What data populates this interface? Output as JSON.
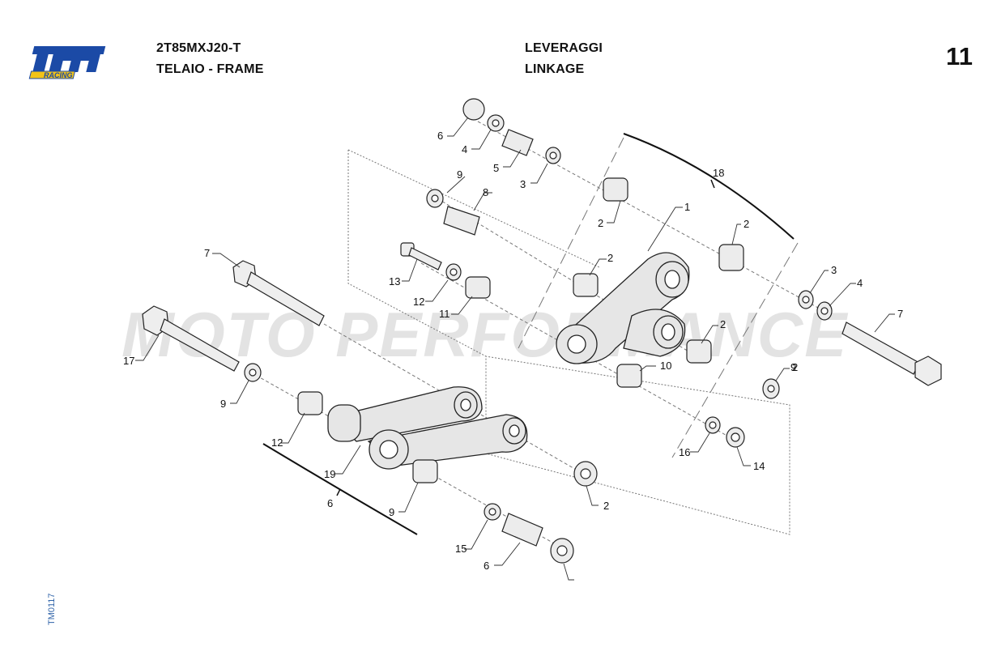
{
  "header": {
    "model_code": "2T85MXJ20-T",
    "section": "TELAIO - FRAME",
    "group_it": "LEVERAGGI",
    "group_en": "LINKAGE",
    "page_number": "11"
  },
  "logo": {
    "brand": "tm",
    "tagline": "RACING",
    "colors": {
      "primary": "#1b4aa6",
      "accent": "#f2c318"
    }
  },
  "watermark": "MOTO PERFORMANCE",
  "doc_id": "TM0117",
  "callouts": [
    "6",
    "4",
    "5",
    "3",
    "9",
    "8",
    "2",
    "18",
    "1",
    "2",
    "7",
    "13",
    "12",
    "11",
    "2",
    "3",
    "4",
    "17",
    "2",
    "7",
    "10",
    "9",
    "9",
    "2",
    "12",
    "16",
    "14",
    "19",
    "6",
    "2",
    "9",
    "15",
    "6"
  ]
}
